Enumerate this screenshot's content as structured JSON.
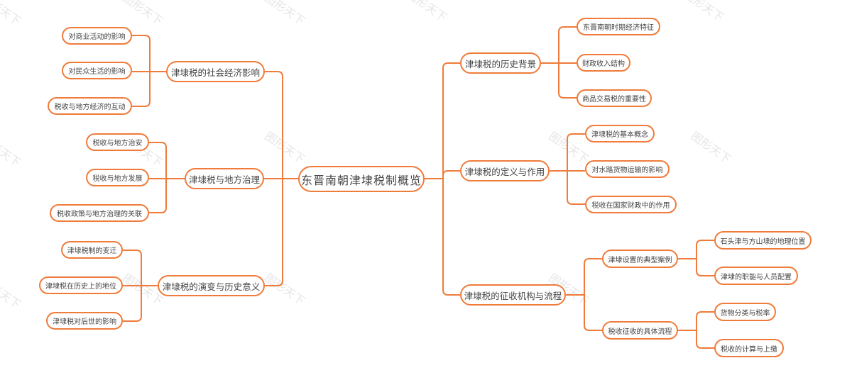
{
  "theme": {
    "accent": "#f07b3a",
    "text": "#444444",
    "background": "#ffffff"
  },
  "watermark": "图形天下",
  "root": {
    "label": "东晋南朝津埭税制概览"
  },
  "left": [
    {
      "label": "津埭税的社会经济影响",
      "children": [
        {
          "label": "对商业活动的影响"
        },
        {
          "label": "对民众生活的影响"
        },
        {
          "label": "税收与地方经济的互动"
        }
      ]
    },
    {
      "label": "津埭税与地方治理",
      "children": [
        {
          "label": "税收与地方治安"
        },
        {
          "label": "税收与地方发展"
        },
        {
          "label": "税收政策与地方治理的关联"
        }
      ]
    },
    {
      "label": "津埭税的演变与历史意义",
      "children": [
        {
          "label": "津埭税制的变迁"
        },
        {
          "label": "津埭税在历史上的地位"
        },
        {
          "label": "津埭税对后世的影响"
        }
      ]
    }
  ],
  "right": [
    {
      "label": "津埭税的历史背景",
      "children": [
        {
          "label": "东晋南朝时期经济特征"
        },
        {
          "label": "财政收入结构"
        },
        {
          "label": "商品交易税的重要性"
        }
      ]
    },
    {
      "label": "津埭税的定义与作用",
      "children": [
        {
          "label": "津埭税的基本概念"
        },
        {
          "label": "对水路货物运输的影响"
        },
        {
          "label": "税收在国家财政中的作用"
        }
      ]
    },
    {
      "label": "津埭税的征收机构与流程",
      "children": [
        {
          "label": "津埭设置的典型案例",
          "children": [
            {
              "label": "石头津与方山埭的地理位置"
            },
            {
              "label": "津埭的职能与人员配置"
            }
          ]
        },
        {
          "label": "税收征收的具体流程",
          "children": [
            {
              "label": "货物分类与税率"
            },
            {
              "label": "税收的计算与上缴"
            }
          ]
        }
      ]
    }
  ]
}
